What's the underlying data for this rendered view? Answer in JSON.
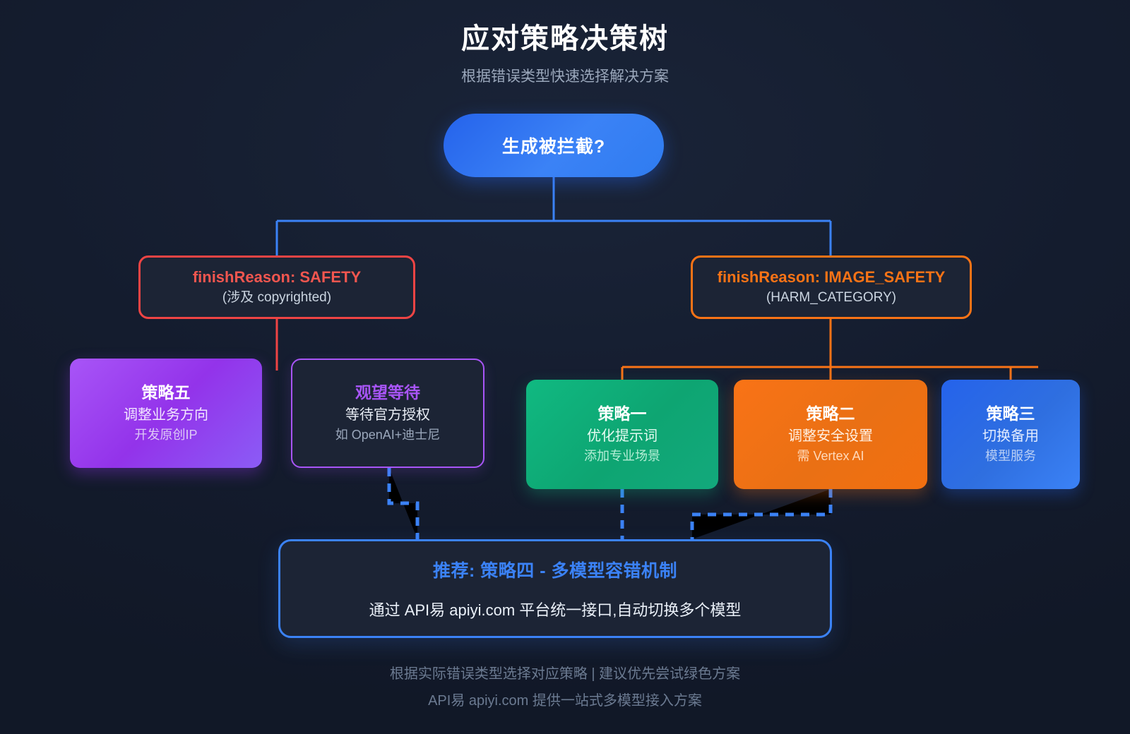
{
  "header": {
    "title": "应对策略决策树",
    "subtitle": "根据错误类型快速选择解决方案"
  },
  "root": {
    "label": "生成被拦截?"
  },
  "branches": {
    "left": {
      "main": "finishReason: SAFETY",
      "sub": "(涉及 copyrighted)",
      "color": "#ef4444"
    },
    "right": {
      "main": "finishReason: IMAGE_SAFETY",
      "sub": "(HARM_CATEGORY)",
      "color": "#f97316"
    }
  },
  "cards": {
    "strategy5": {
      "title": "策略五",
      "line2": "调整业务方向",
      "line3": "开发原创IP",
      "color": "#a855f7"
    },
    "wait": {
      "title": "观望等待",
      "line2": "等待官方授权",
      "line3": "如 OpenAI+迪士尼",
      "color": "#a855f7"
    },
    "strategy1": {
      "title": "策略一",
      "line2": "优化提示词",
      "line3": "添加专业场景",
      "color": "#10b981"
    },
    "strategy2": {
      "title": "策略二",
      "line2": "调整安全设置",
      "line3": "需 Vertex AI",
      "color": "#f97316"
    },
    "strategy3": {
      "title": "策略三",
      "line2": "切换备用",
      "line3": "模型服务",
      "color": "#2563eb"
    }
  },
  "recommendation": {
    "title": "推荐: 策略四 - 多模型容错机制",
    "detail": "通过 API易 apiyi.com 平台统一接口,自动切换多个模型",
    "color": "#3b82f6"
  },
  "footer": {
    "line1": "根据实际错误类型选择对应策略 | 建议优先尝试绿色方案",
    "line2": "API易 apiyi.com 提供一站式多模型接入方案"
  },
  "theme": {
    "background": "#141c2e",
    "panel": "#1c2435",
    "accent_blue": "#3b82f6",
    "accent_red": "#ef4444",
    "accent_orange": "#f97316",
    "accent_purple": "#a855f7",
    "accent_green": "#10b981"
  }
}
